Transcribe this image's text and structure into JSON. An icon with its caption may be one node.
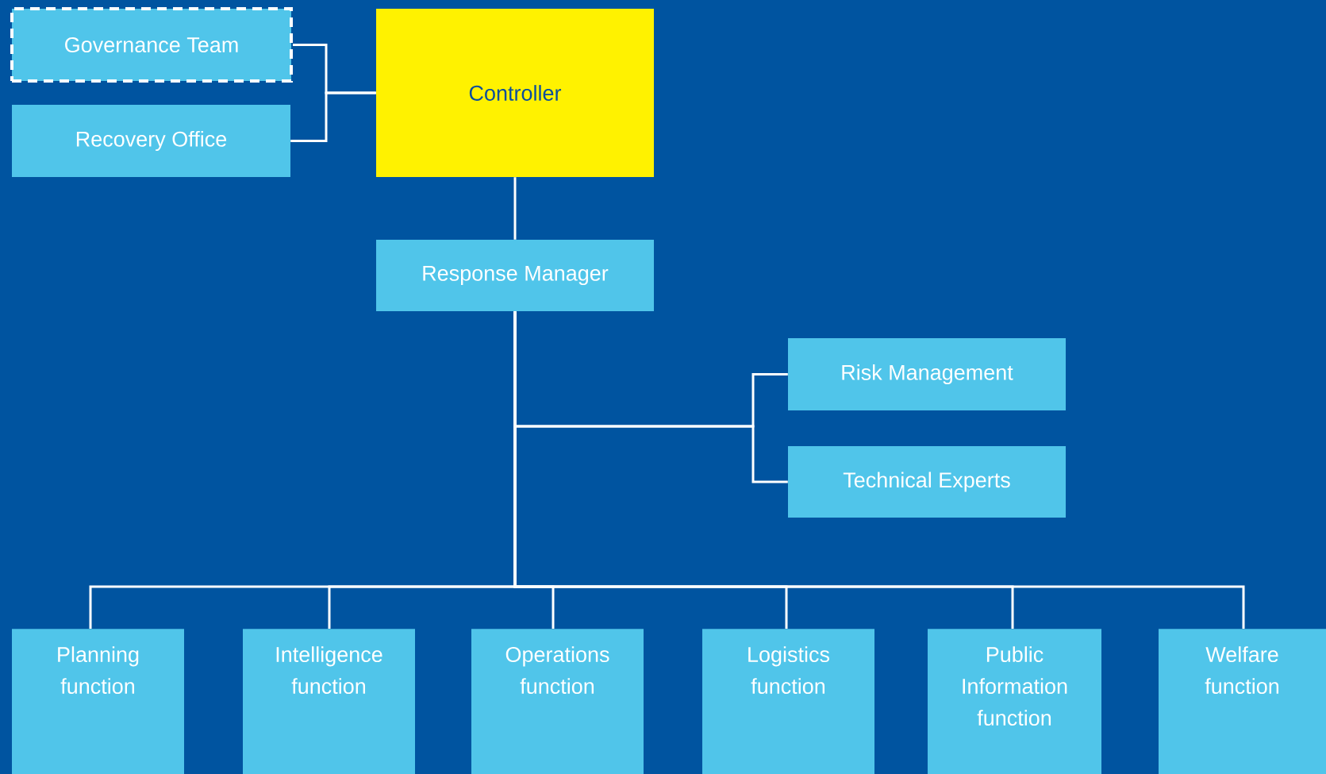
{
  "diagram": {
    "nodes": [
      {
        "text": [
          "Governance Team"
        ]
      },
      {
        "text": [
          "Recovery Office"
        ]
      },
      {
        "text": [
          "Controller"
        ]
      },
      {
        "text": [
          "Response Manager"
        ]
      },
      {
        "text": [
          "Risk Management"
        ]
      },
      {
        "text": [
          "Technical Experts"
        ]
      },
      {
        "text": [
          "Planning function"
        ]
      },
      {
        "text": [
          "Intelligence function"
        ]
      },
      {
        "text": [
          "Operations function"
        ]
      },
      {
        "text": [
          "Logistics function"
        ]
      },
      {
        "text": [
          "Public Information function"
        ]
      },
      {
        "text": [
          "Welfare function"
        ]
      }
    ],
    "edges": [
      {
        "from": 2,
        "to": 0,
        "arrow": "none"
      },
      {
        "from": 2,
        "to": 1,
        "arrow": "none"
      },
      {
        "from": 2,
        "to": 3,
        "arrow": "none"
      },
      {
        "from": 3,
        "to": 4,
        "arrow": "none"
      },
      {
        "from": 3,
        "to": 5,
        "arrow": "none"
      },
      {
        "from": 3,
        "to": 6,
        "arrow": "none"
      },
      {
        "from": 3,
        "to": 7,
        "arrow": "none"
      },
      {
        "from": 3,
        "to": 8,
        "arrow": "none"
      },
      {
        "from": 3,
        "to": 9,
        "arrow": "none"
      },
      {
        "from": 3,
        "to": 10,
        "arrow": "none"
      },
      {
        "from": 3,
        "to": 11,
        "arrow": "none"
      }
    ]
  }
}
